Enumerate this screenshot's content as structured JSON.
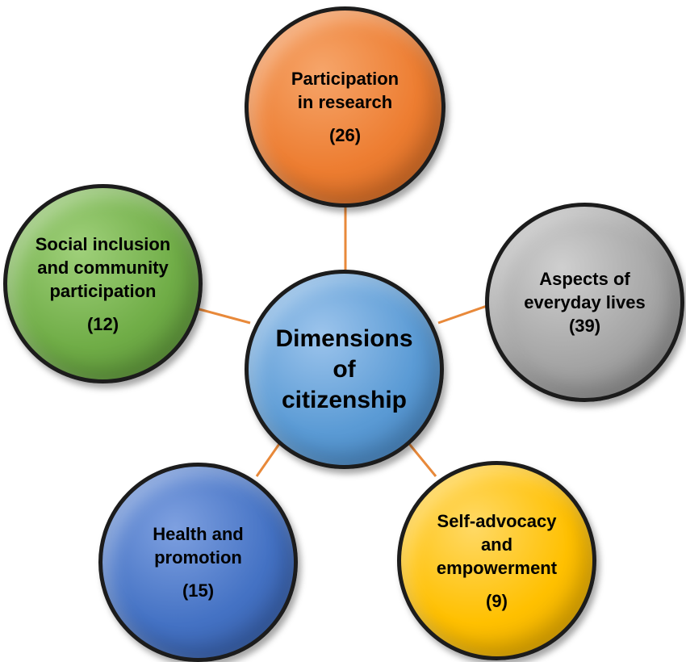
{
  "colors": {
    "connector": "#e8893a",
    "center": "#5b9bd5",
    "top": "#ed7d31",
    "left": "#70ad47",
    "right": "#a5a5a5",
    "bottom_left": "#4472c4",
    "bottom_right": "#ffc000",
    "outline": "#1c1c1c"
  },
  "center": {
    "label": "Dimensions of citizenship"
  },
  "nodes": {
    "top": {
      "label": "Participation in research",
      "count": "(26)"
    },
    "left": {
      "label": "Social inclusion and community participation",
      "count": "(12)"
    },
    "right": {
      "label": "Aspects of everyday lives",
      "count": "(39)"
    },
    "bottom_left": {
      "label": "Health and promotion",
      "count": "(15)"
    },
    "bottom_right": {
      "label": "Self-advocacy and empowerment",
      "count": "(9)"
    }
  }
}
